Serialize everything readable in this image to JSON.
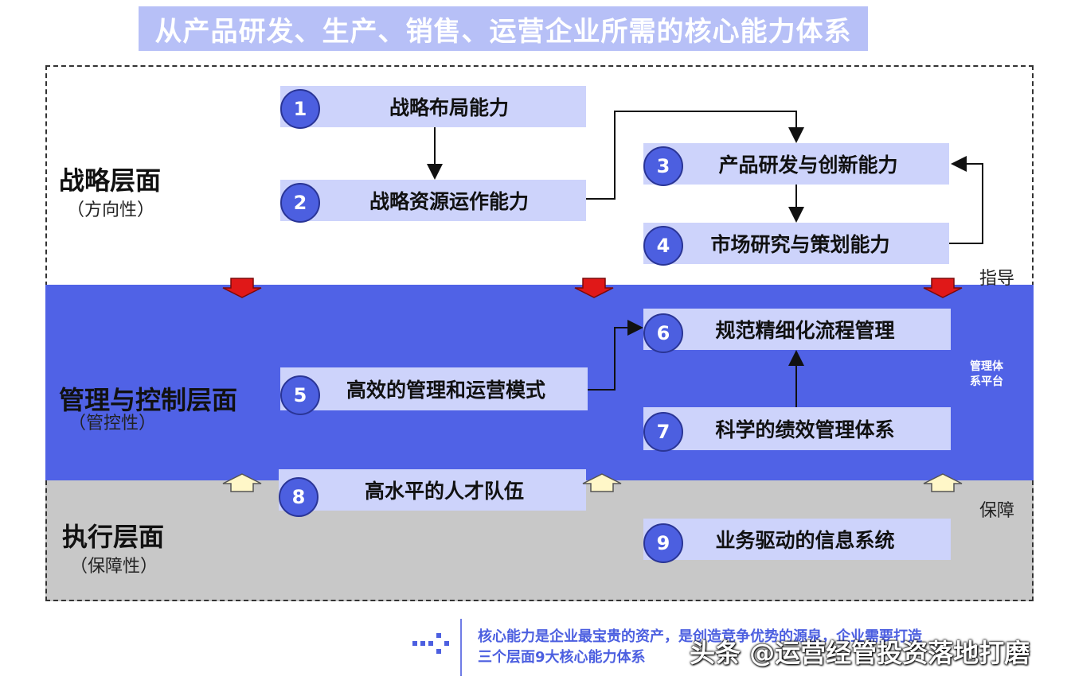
{
  "title": "从产品研发、生产、销售、运营企业所需的核心能力体系",
  "layers": {
    "strategy": {
      "name": "战略层面",
      "sub": "（方向性）"
    },
    "management": {
      "name": "管理与控制层面",
      "sub": "（管控性）"
    },
    "execution": {
      "name": "执行层面",
      "sub": "（保障性）"
    }
  },
  "capabilities": [
    {
      "num": "1",
      "label": "战略布局能力"
    },
    {
      "num": "2",
      "label": "战略资源运作能力"
    },
    {
      "num": "3",
      "label": "产品研发与创新能力"
    },
    {
      "num": "4",
      "label": "市场研究与策划能力"
    },
    {
      "num": "5",
      "label": "高效的管理和运营模式"
    },
    {
      "num": "6",
      "label": "规范精细化流程管理"
    },
    {
      "num": "7",
      "label": "科学的绩效管理体系"
    },
    {
      "num": "8",
      "label": "高水平的人才队伍"
    },
    {
      "num": "9",
      "label": "业务驱动的信息系统"
    }
  ],
  "labels": {
    "guide": "指导",
    "support": "保障",
    "platform_line1": "管理体",
    "platform_line2": "系平台"
  },
  "footer": {
    "line1": "核心能力是企业最宝贵的资产，是创造竞争优势的源泉，企业需要打造",
    "line2": "三个层面9大核心能力体系"
  },
  "watermark": "头条 @运营经管投资落地打磨",
  "colors": {
    "accent": "#4c5fe0",
    "management_band": "#5062e6",
    "box_fill": "#cdd3fb",
    "down_arrow": "#e01818",
    "up_arrow": "#fff7c8"
  }
}
